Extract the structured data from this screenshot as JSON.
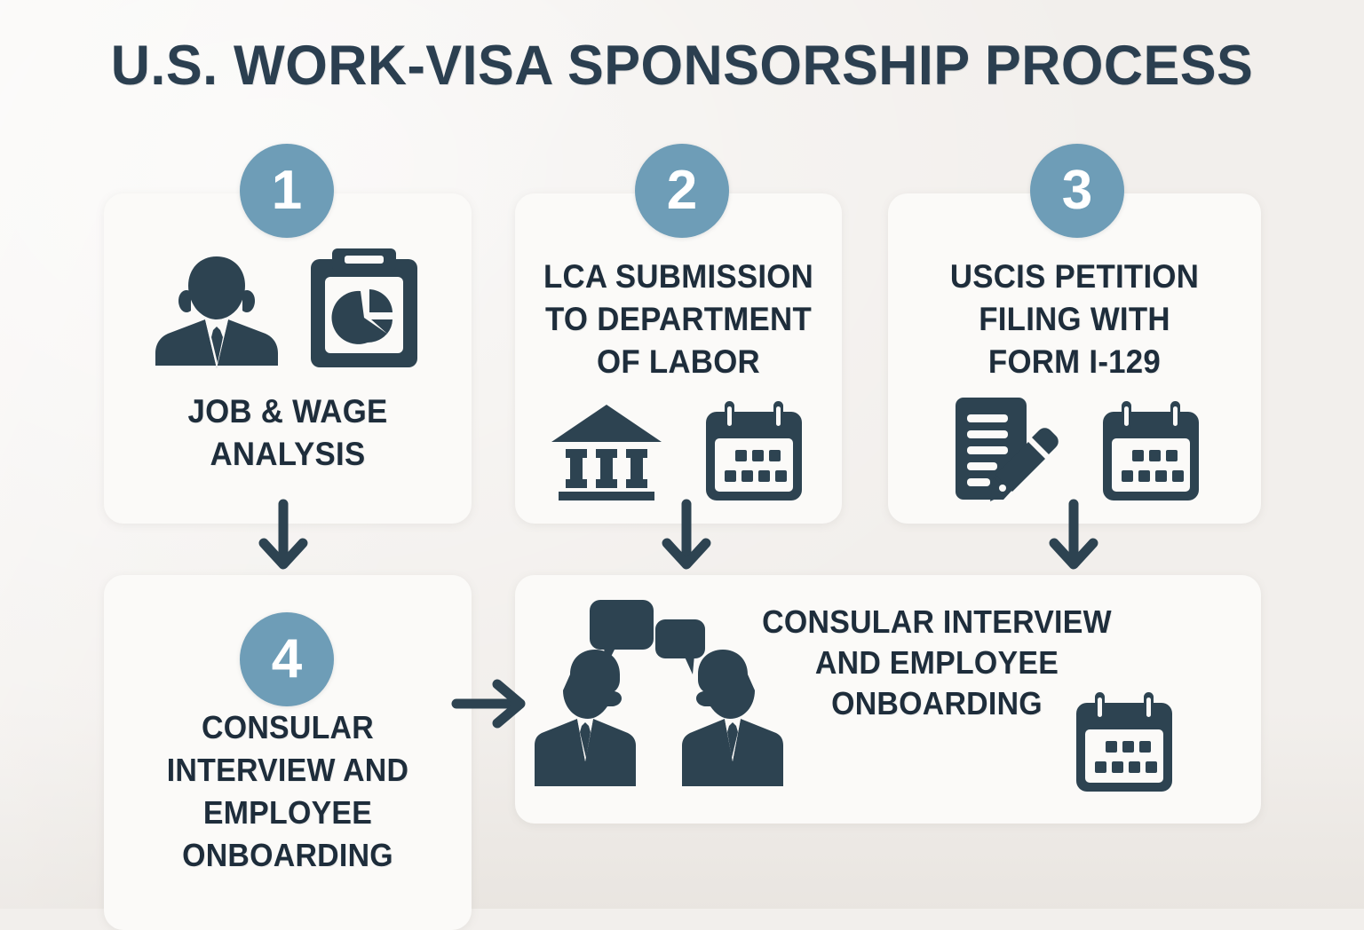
{
  "title": "U.S. WORK-VISA SPONSORSHIP PROCESS",
  "theme": {
    "background": "#f2efec",
    "card_background": "#fbfaf8",
    "badge_color": "#6e9db7",
    "icon_color": "#2d4351",
    "text_color": "#1e2d3b"
  },
  "steps": [
    {
      "number": "1",
      "label": "JOB & WAGE\nANALYSIS",
      "icons": [
        "businessman-icon",
        "clipboard-pie-chart-icon"
      ],
      "layout": "icons-above-text"
    },
    {
      "number": "2",
      "label": "LCA SUBMISSION\nTO DEPARTMENT\nOF LABOR",
      "icons": [
        "government-building-icon",
        "calendar-icon"
      ],
      "layout": "text-above-icons"
    },
    {
      "number": "3",
      "label": "USCIS PETITION\nFILING WITH\nFORM I-129",
      "icons": [
        "document-pencil-icon",
        "calendar-icon"
      ],
      "layout": "text-above-icons"
    },
    {
      "number": "4",
      "label": "CONSULAR\nINTERVIEW AND\nEMPLOYEE\nONBOARDING",
      "icons": [],
      "layout": "badge-above-text"
    },
    {
      "number": "",
      "label": "CONSULAR INTERVIEW\nAND EMPLOYEE\nONBOARDING",
      "icons": [
        "two-people-talking-icon",
        "calendar-icon"
      ],
      "layout": "wide-panel"
    }
  ],
  "connectors": [
    {
      "name": "arrow-step1-to-step4",
      "direction": "down"
    },
    {
      "name": "arrow-step2-down",
      "direction": "down"
    },
    {
      "name": "arrow-step3-down",
      "direction": "down"
    },
    {
      "name": "arrow-step4-to-panel",
      "direction": "right"
    }
  ]
}
